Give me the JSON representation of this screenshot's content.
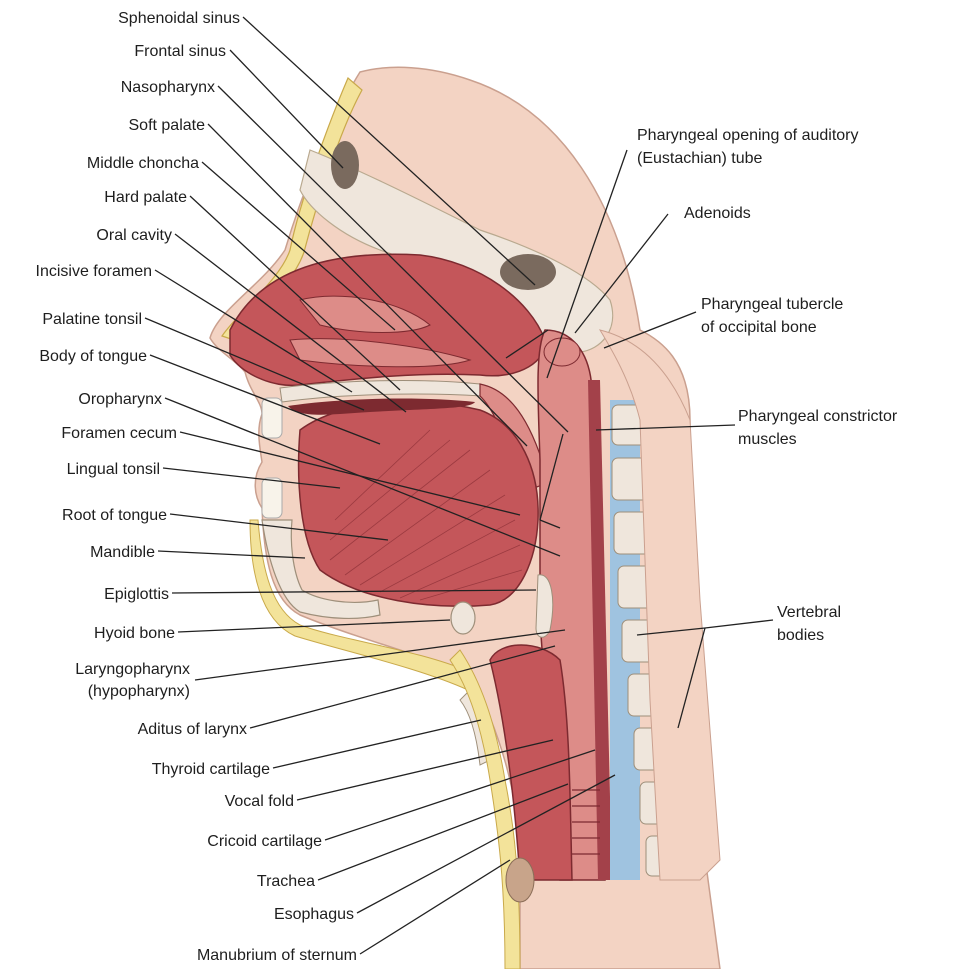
{
  "labels_left": [
    "Sphenoidal sinus",
    "Frontal sinus",
    "Nasopharynx",
    "Soft palate",
    "Middle choncha",
    "Hard palate",
    "Oral cavity",
    "Incisive foramen",
    "Palatine tonsil",
    "Body of tongue",
    "Oropharynx",
    "Foramen cecum",
    "Lingual tonsil",
    "Root of tongue",
    "Mandible",
    "Epiglottis",
    "Hyoid bone",
    "Laryngopharynx",
    "(hypopharynx)",
    "Aditus of larynx",
    "Thyroid cartilage",
    "Vocal fold",
    "Cricoid cartilage",
    "Trachea",
    "Esophagus",
    "Manubrium of sternum"
  ],
  "labels_right": [
    "Pharyngeal opening of auditory",
    "(Eustachian) tube",
    "Adenoids",
    "Pharyngeal tubercle",
    "of occipital bone",
    "Pharyngeal constrictor",
    "muscles",
    "Vertebral",
    "bodies"
  ],
  "colors": {
    "skin": "#f3d3c3",
    "bone": "#efe6dc",
    "fat": "#f3e39a",
    "muscle": "#c4565a",
    "mucosa": "#dd8c88",
    "cavity_dark": "#a3414a",
    "disc": "#9fc3e0",
    "leader": "#222222"
  }
}
